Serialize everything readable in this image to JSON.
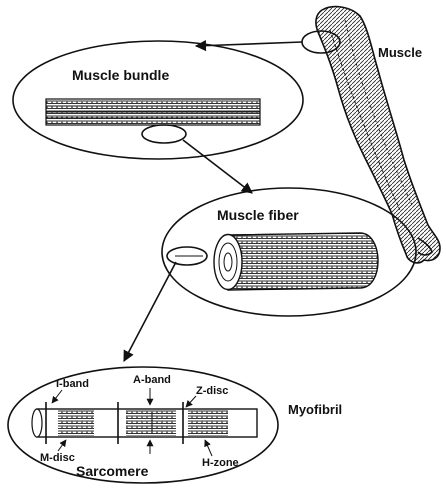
{
  "labels": {
    "muscle": "Muscle",
    "muscle_bundle": "Muscle bundle",
    "muscle_fiber": "Muscle fiber",
    "myofibril": "Myofibril",
    "sarcomere": "Sarcomere",
    "i_band": "I-band",
    "a_band": "A-band",
    "z_disc": "Z-disc",
    "m_disc": "M-disc",
    "h_zone": "H-zone"
  }
}
